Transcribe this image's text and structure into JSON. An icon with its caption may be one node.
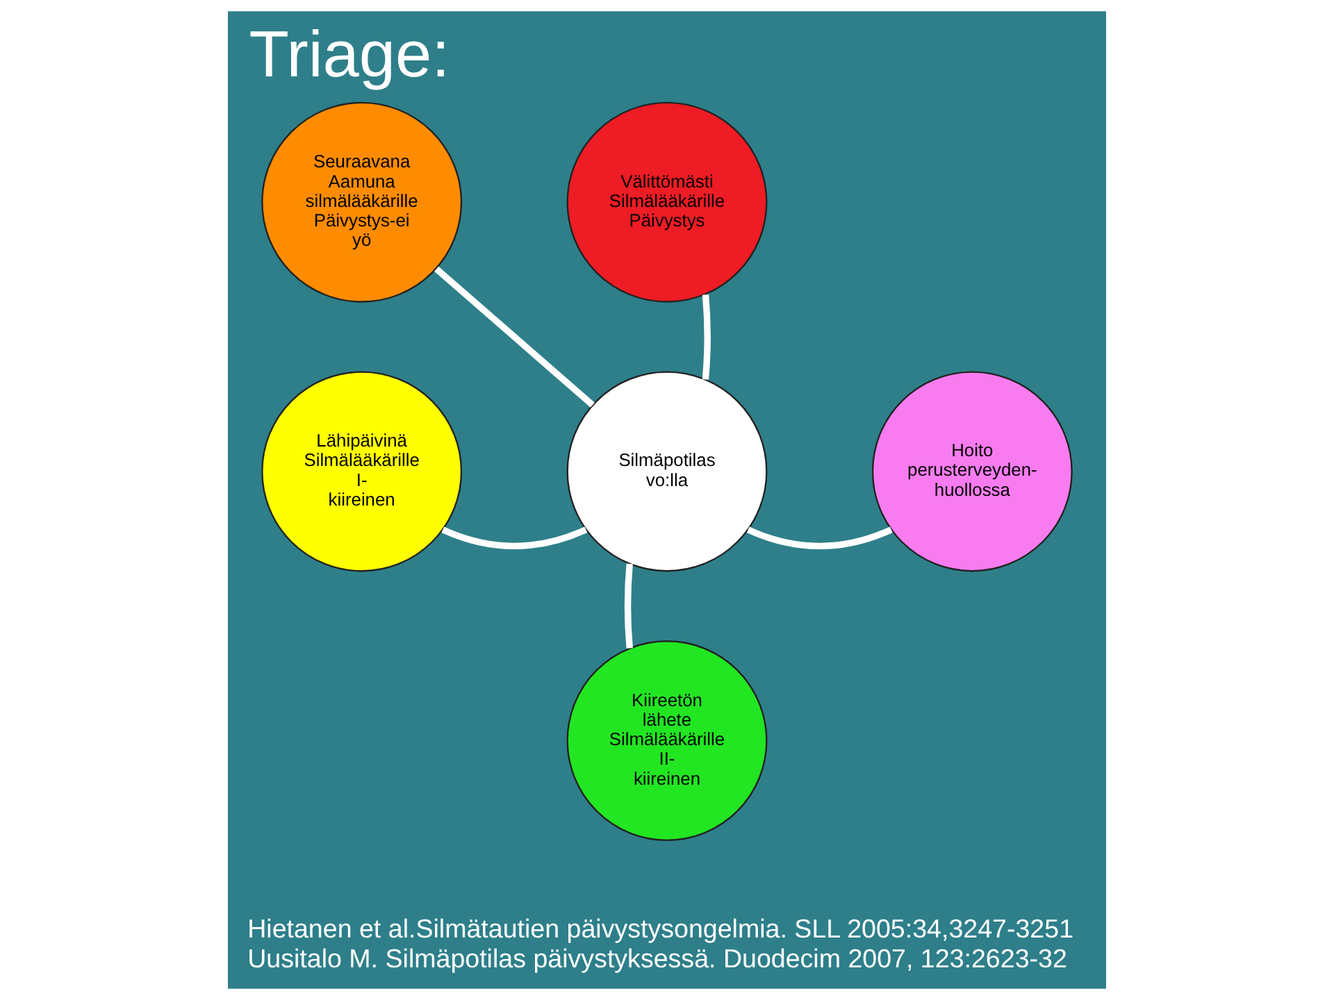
{
  "diagram": {
    "title": "Triage:",
    "nodes": [
      {
        "text": [
          "Silmäpotilas vo:lla"
        ]
      },
      {
        "text": [
          "Välittömästi Silmälääkärille Päivystys"
        ]
      },
      {
        "text": [
          "Seuraavana Aamuna silmälääkärille Päivystys-ei yö"
        ]
      },
      {
        "text": [
          "Lähipäivinä Silmälääkärille I-kiireinen"
        ]
      },
      {
        "text": [
          "Hoito perusterveyden-huollossa"
        ]
      },
      {
        "text": [
          "Kiireetön lähete Silmälääkärille II-kiireinen"
        ]
      }
    ],
    "edges": [
      {
        "from": 0,
        "to": 1,
        "arrow": "none"
      },
      {
        "from": 0,
        "to": 2,
        "arrow": "none"
      },
      {
        "from": 0,
        "to": 3,
        "arrow": "none"
      },
      {
        "from": 0,
        "to": 4,
        "arrow": "none"
      },
      {
        "from": 0,
        "to": 5,
        "arrow": "none"
      }
    ],
    "labels": [
      "Hietanen et al.Silmätautien päivystysongelmia. SLL 2005:34,3247-3251",
      "Uusitalo M. Silmäpotilas päivystyksessä. Duodecim 2007, 123:2623-32"
    ]
  }
}
